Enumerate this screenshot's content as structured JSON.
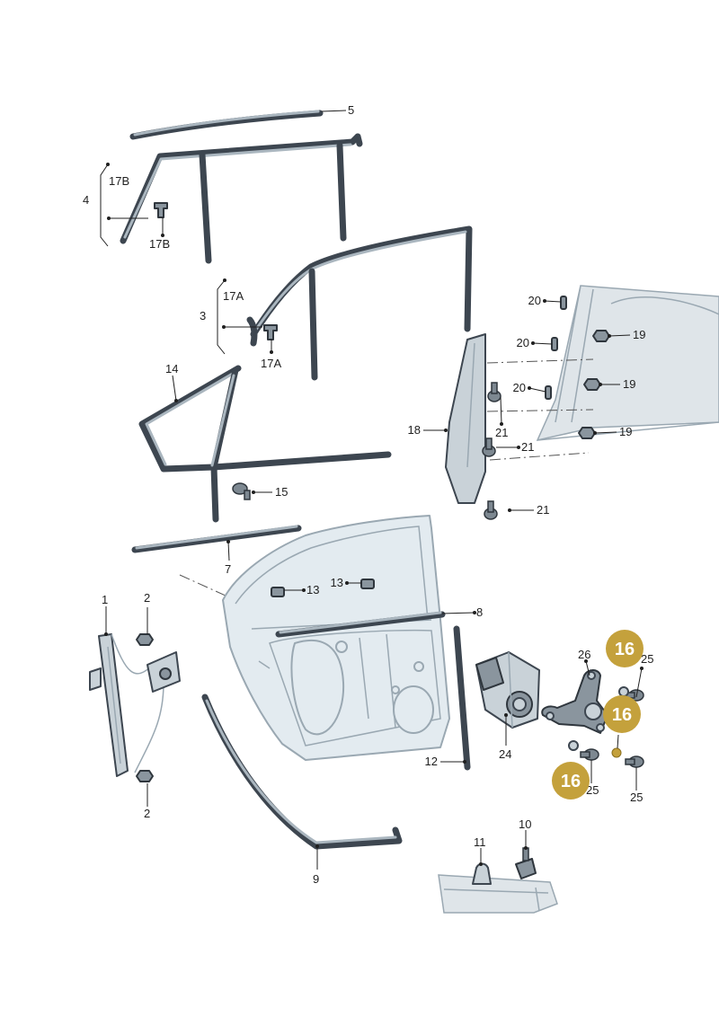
{
  "labels": {
    "p1": "1",
    "p2a": "2",
    "p2b": "2",
    "p3": "3",
    "p4": "4",
    "p5": "5",
    "p7": "7",
    "p8": "8",
    "p9": "9",
    "p10": "10",
    "p11": "11",
    "p12": "12",
    "p13a": "13",
    "p13b": "13",
    "p14": "14",
    "p15": "15",
    "p17a_top": "17A",
    "p17a_bottom": "17A",
    "p17b_top": "17B",
    "p17b_bottom": "17B",
    "p18": "18",
    "p19a": "19",
    "p19b": "19",
    "p19c": "19",
    "p20a": "20",
    "p20b": "20",
    "p20c": "20",
    "p21a": "21",
    "p21b": "21",
    "p21c": "21",
    "p24": "24",
    "p25a": "25",
    "p25b": "25",
    "p25c": "25",
    "p26": "26"
  },
  "badges": {
    "b1": "16",
    "b2": "16",
    "b3": "16"
  },
  "colors": {
    "badge": "#c4a13c",
    "part_stroke": "#3d4650",
    "door_fill": "#e3ebf0"
  }
}
